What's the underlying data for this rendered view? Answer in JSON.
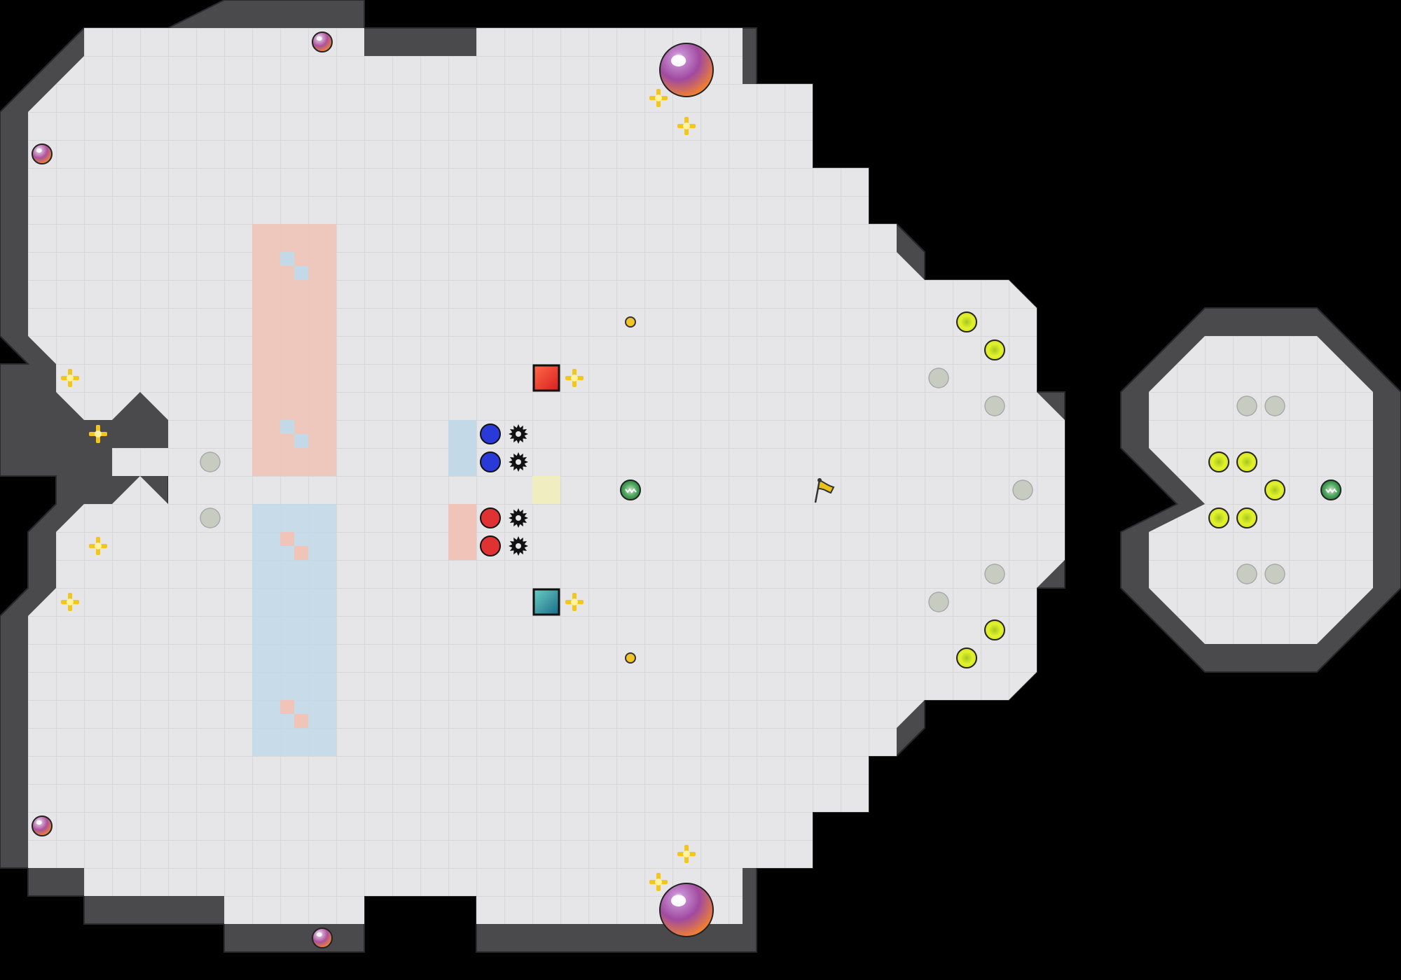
{
  "colors": {
    "background": "#000000",
    "wall": "#4a4a4d",
    "wall_edge": "#2a2a2c",
    "floor": "#e6e6e8",
    "grid_line": "#d2d2d6",
    "red_zone": "#f0c4b8",
    "blue_zone": "#c3d9e8",
    "red_team": "#e03232",
    "blue_team": "#2a3ad8",
    "flag_yellow": "#e8c21c",
    "boost": "#f5c518",
    "neutral_tile": "#c8cbc0",
    "speed_pad": "#e1ef2a",
    "powerup": "#c8a9c8",
    "portal": "#4caf50"
  },
  "map": {
    "name": "",
    "score": {}
  },
  "entities": {
    "boost_pads": [
      {
        "type": "boost"
      },
      {
        "type": "boost"
      },
      {
        "type": "boost"
      },
      {
        "type": "boost"
      },
      {
        "type": "boost"
      },
      {
        "type": "boost"
      },
      {
        "type": "boost"
      },
      {
        "type": "boost"
      },
      {
        "type": "boost"
      },
      {
        "type": "boost"
      },
      {
        "type": "boost"
      },
      {
        "type": "boost"
      }
    ],
    "bombs_small": [
      {
        "type": "bomb"
      },
      {
        "type": "bomb"
      },
      {
        "type": "bomb"
      },
      {
        "type": "bomb"
      }
    ],
    "bombs_large": [
      {
        "type": "bomb"
      },
      {
        "type": "bomb"
      }
    ],
    "team_players": {
      "blue": [
        "blue-ball",
        "blue-ball"
      ],
      "red": [
        "red-ball",
        "red-ball"
      ]
    },
    "spikes_count": 4,
    "flag": {
      "team": "yellow"
    }
  }
}
